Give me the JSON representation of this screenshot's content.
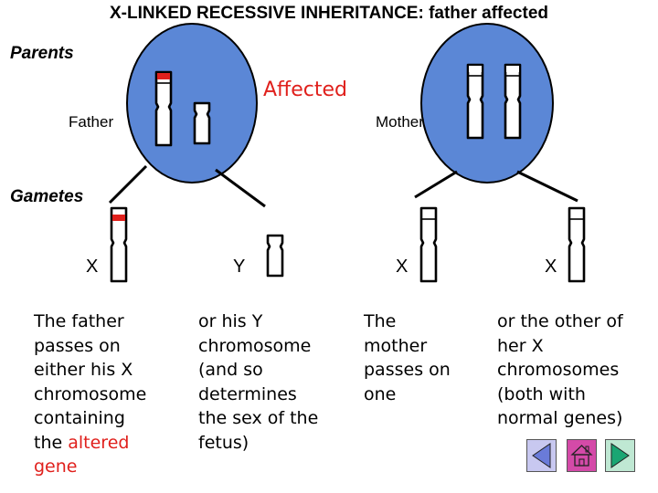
{
  "title": "X-LINKED RECESSIVE INHERITANCE: father affected",
  "parents_label": "Parents",
  "gametes_label": "Gametes",
  "affected_label": "Affected",
  "father_label": "Father",
  "mother_label": "Mother",
  "gametes": [
    {
      "label": "X"
    },
    {
      "label": "Y"
    },
    {
      "label": "X"
    },
    {
      "label": "X"
    }
  ],
  "text": {
    "father_lines": [
      "The father",
      "passes on",
      "either his X",
      "chromosome",
      "containing"
    ],
    "father_last_prefix": "the ",
    "father_altered": "altered",
    "father_gene": "gene",
    "y_lines": [
      "or his Y",
      "chromosome",
      "(and so",
      "determines",
      "the sex of the",
      "fetus)"
    ],
    "mother_lines": [
      "The",
      "mother",
      "passes on",
      "one"
    ],
    "other_lines": [
      "or the other of",
      "her X",
      "chromosomes",
      "(both with",
      "normal genes)"
    ]
  },
  "colors": {
    "cell_fill": "#5b87d6",
    "affected_red": "#e0201c",
    "nav_back": "#6a7bd9",
    "nav_home": "#d44aa8",
    "nav_next": "#1aa673"
  },
  "nav": {
    "back_icon": "back-arrow-icon",
    "home_icon": "home-icon",
    "next_icon": "forward-arrow-icon"
  }
}
